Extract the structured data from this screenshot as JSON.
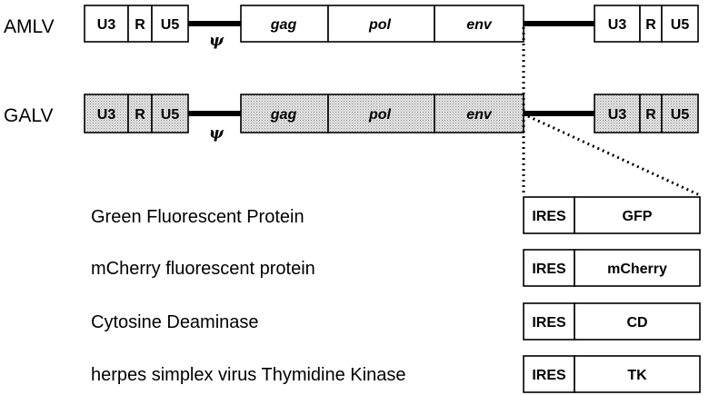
{
  "constructs": [
    {
      "name": "AMLV",
      "shaded": false,
      "ltr_left": [
        "U3",
        "R",
        "U5"
      ],
      "packaging_signal": "ψ",
      "genes": [
        "gag",
        "pol",
        "env"
      ],
      "ltr_right": [
        "U3",
        "R",
        "U5"
      ]
    },
    {
      "name": "GALV",
      "shaded": true,
      "ltr_left": [
        "U3",
        "R",
        "U5"
      ],
      "packaging_signal": "ψ",
      "genes": [
        "gag",
        "pol",
        "env"
      ],
      "ltr_right": [
        "U3",
        "R",
        "U5"
      ]
    }
  ],
  "inserts": [
    {
      "description": "Green Fluorescent Protein",
      "ires": "IRES",
      "gene": "GFP"
    },
    {
      "description": "mCherry fluorescent protein",
      "ires": "IRES",
      "gene": "mCherry"
    },
    {
      "description": "Cytosine Deaminase",
      "ires": "IRES",
      "gene": "CD"
    },
    {
      "description": "herpes simplex virus Thymidine Kinase",
      "ires": "IRES",
      "gene": "TK"
    }
  ]
}
